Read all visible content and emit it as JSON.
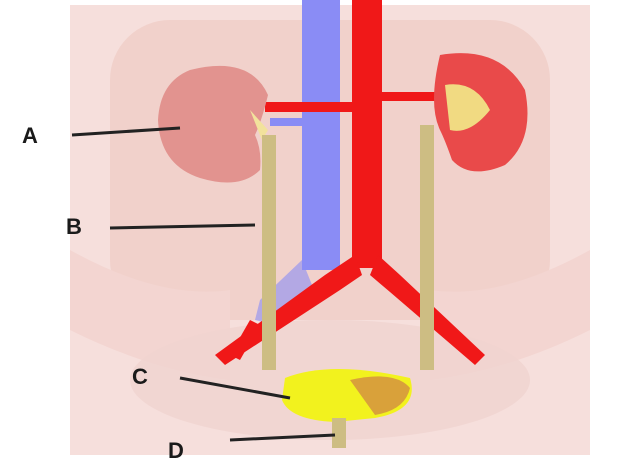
{
  "labels": {
    "a": "A",
    "b": "B",
    "c": "C",
    "d": "D"
  },
  "colors": {
    "body_background": "#f6dfdc",
    "kidney_left": "#e2938f",
    "kidney_right": "#e94a4a",
    "vena_cava": "#8a8cf5",
    "aorta": "#f01818",
    "ureter": "#cdbd83",
    "bladder": "#f2f21e",
    "pointer_line": "#222222"
  },
  "icons": {
    "anatomy": "urinary-system-illustration"
  }
}
